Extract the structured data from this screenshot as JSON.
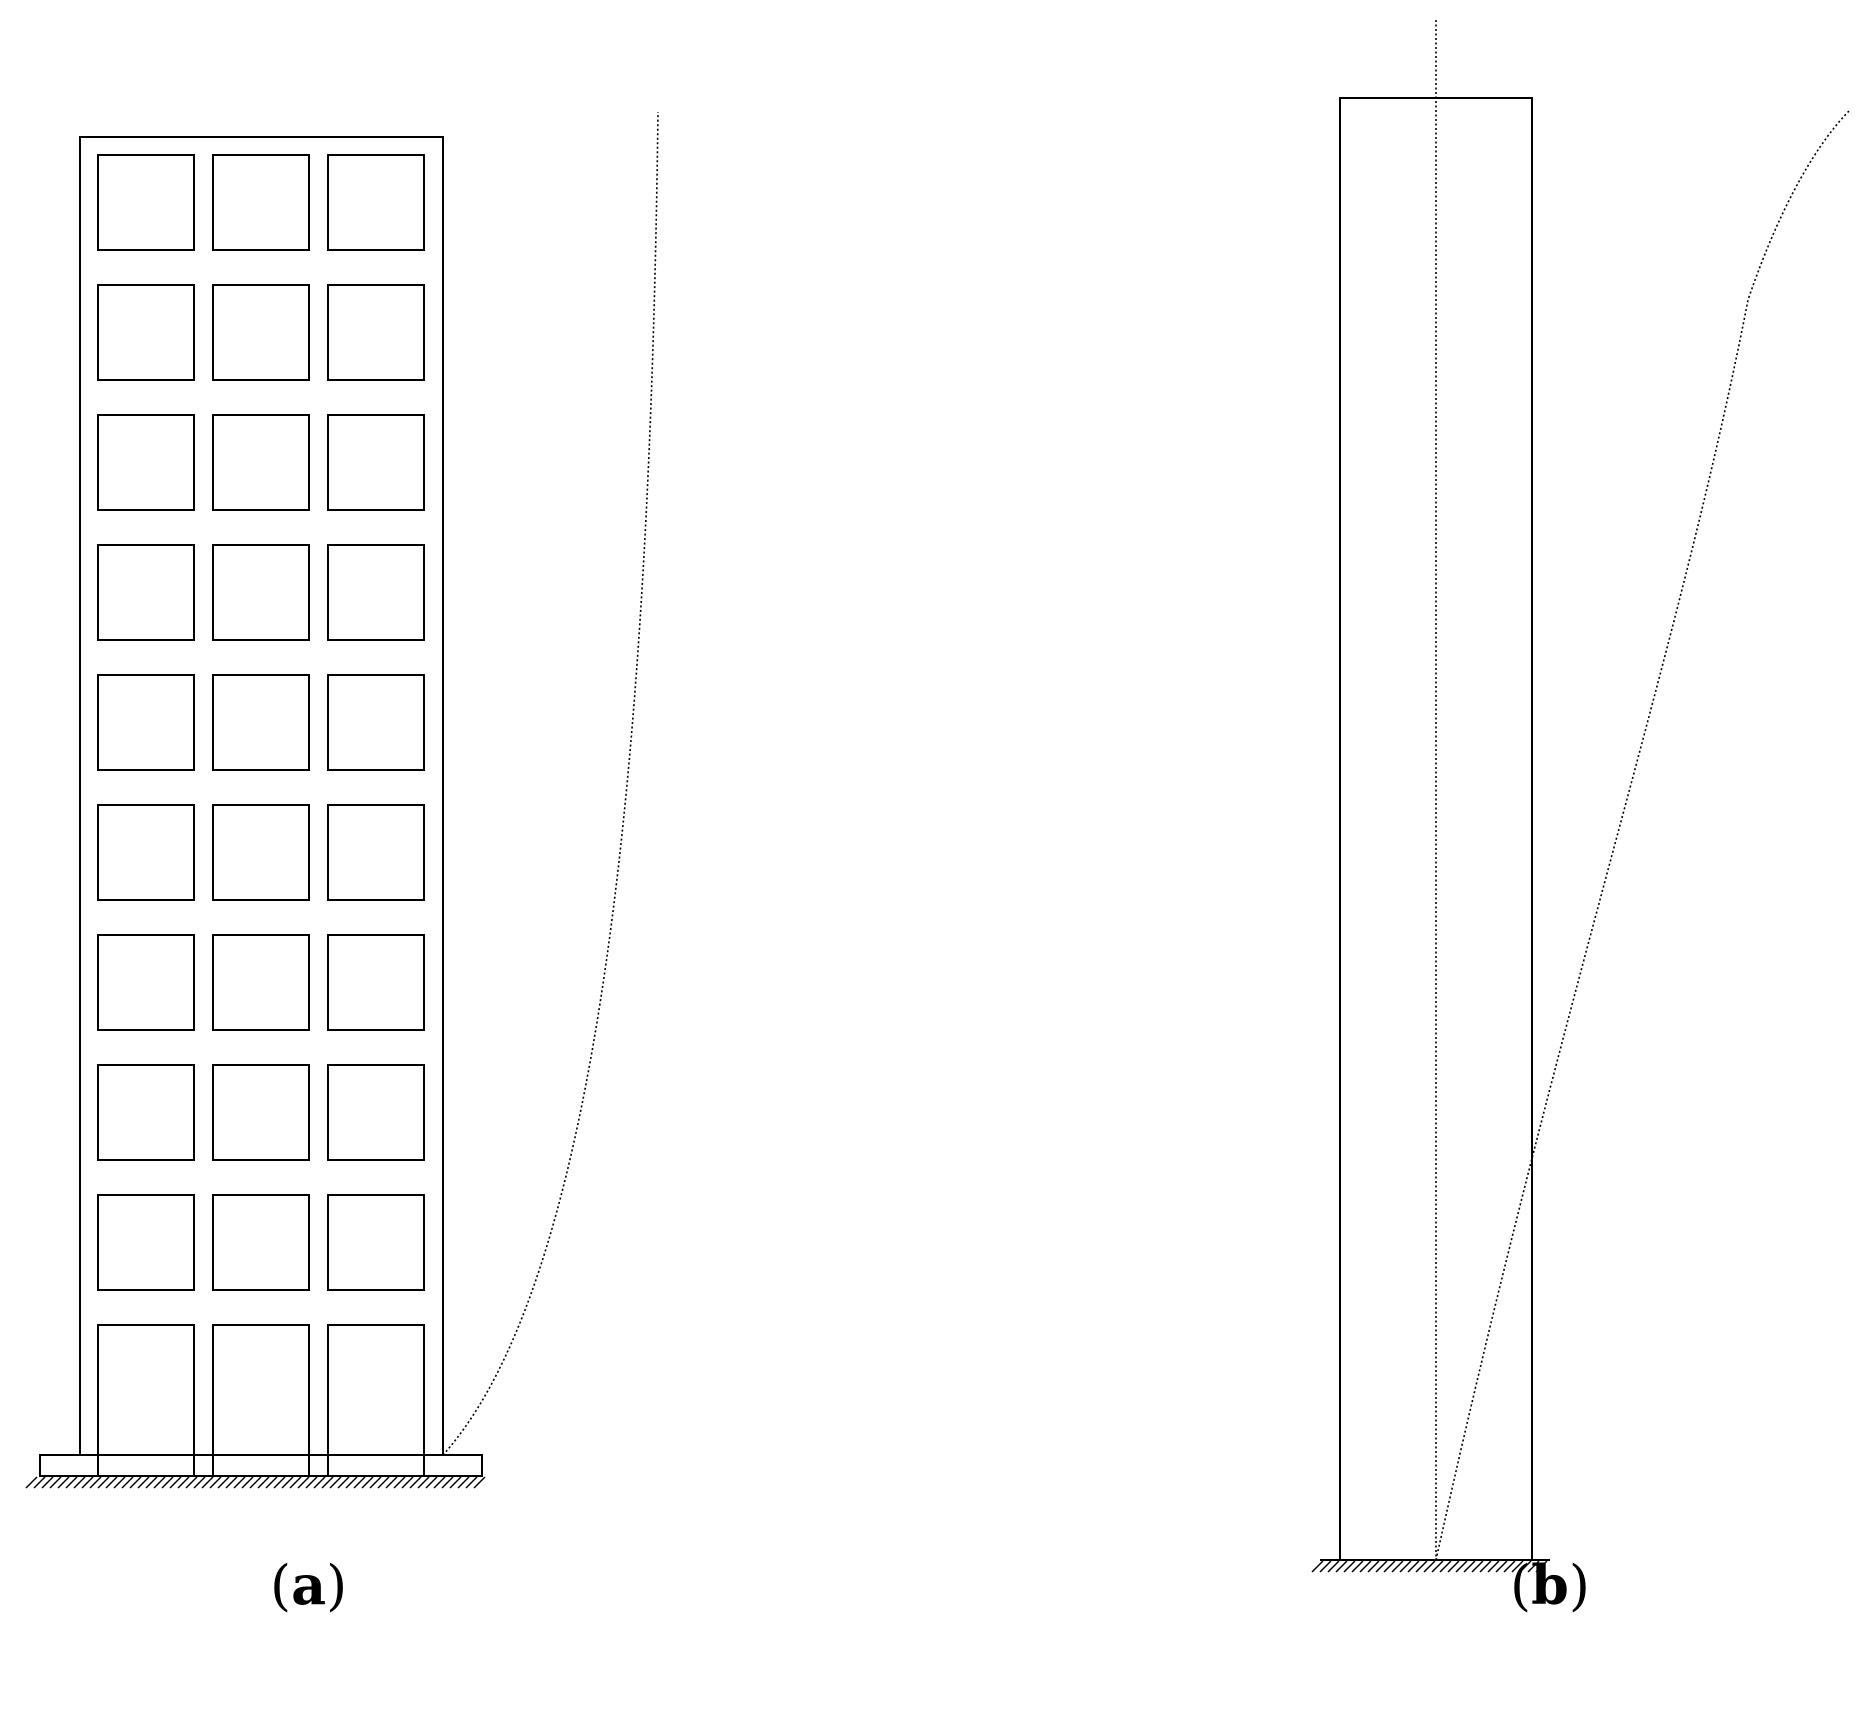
{
  "panels": [
    {
      "id": "a",
      "structure": "frame",
      "storeys": 10,
      "bays": 3,
      "caption": {
        "open": "(",
        "label": "a",
        "close": ")"
      }
    },
    {
      "id": "b",
      "structure": "cantilever-column",
      "caption": {
        "open": "(",
        "label": "b",
        "close": ")"
      }
    }
  ],
  "colors": {
    "line": "#000000",
    "background": "#ffffff"
  }
}
